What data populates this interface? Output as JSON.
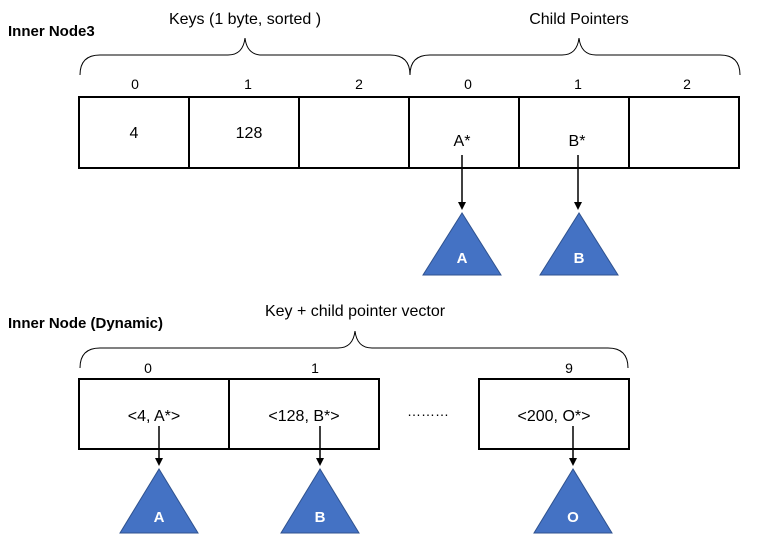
{
  "node3": {
    "title": "Inner Node3",
    "keys_header": "Keys (1 byte, sorted )",
    "pointers_header": "Child Pointers",
    "key_indices": [
      "0",
      "1",
      "2"
    ],
    "pointer_indices": [
      "0",
      "1",
      "2"
    ],
    "keys": [
      "4",
      "128",
      ""
    ],
    "pointers": [
      "A*",
      "B*",
      ""
    ],
    "children": [
      "A",
      "B"
    ]
  },
  "dynamic": {
    "title": "Inner Node (Dynamic)",
    "vector_header": "Key + child pointer vector",
    "indices": [
      "0",
      "1",
      "9"
    ],
    "entries": [
      "<4, A*>",
      "<128, B*>",
      "<200, O*>"
    ],
    "ellipsis": "………",
    "children": [
      "A",
      "B",
      "O"
    ]
  },
  "colors": {
    "triangle_fill": "#4472c4",
    "triangle_stroke": "#2f528f",
    "triangle_text": "#ffffff"
  }
}
